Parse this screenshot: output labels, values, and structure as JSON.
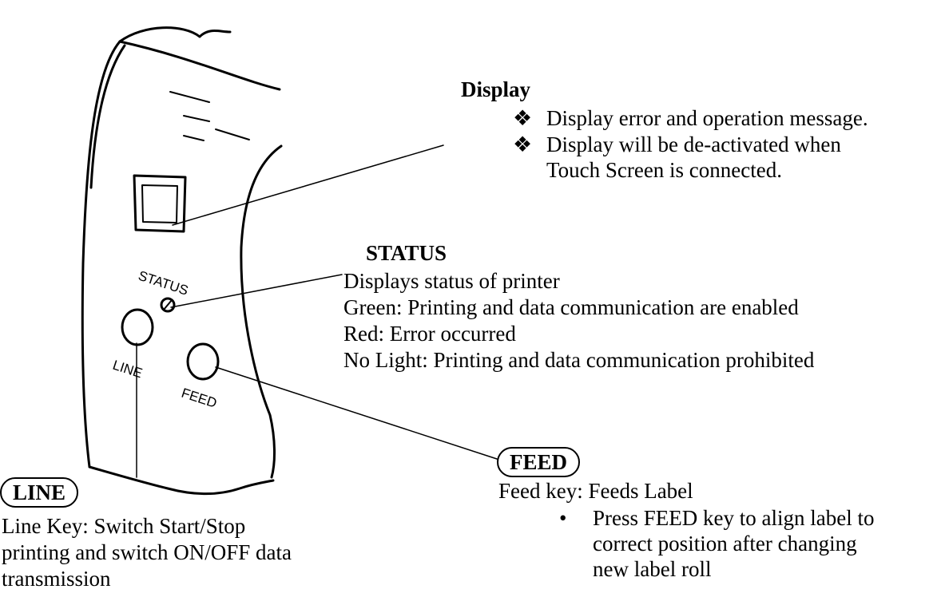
{
  "labels": {
    "status_mark": "STATUS",
    "line_mark": "LINE",
    "feed_mark": "FEED"
  },
  "display": {
    "title": "Display",
    "bullets": [
      "Display error and operation message.",
      "Display will be de-activated when",
      "Touch Screen is connected."
    ],
    "bullet_icon": "diamond-cross-icon"
  },
  "status": {
    "title": "STATUS",
    "lines": [
      "Displays status of printer",
      "Green: Printing and data communication are enabled",
      "Red: Error occurred",
      "No Light: Printing and data communication prohibited"
    ]
  },
  "feed": {
    "title": "FEED",
    "description": "Feed key: Feeds Label",
    "bullet_lines": [
      "Press FEED key to align label to",
      "correct position after changing",
      "new label roll"
    ],
    "bullet_icon": "round-bullet-icon"
  },
  "line": {
    "title": "LINE",
    "lines": [
      "Line Key: Switch Start/Stop",
      "printing and switch ON/OFF data",
      "transmission"
    ]
  }
}
